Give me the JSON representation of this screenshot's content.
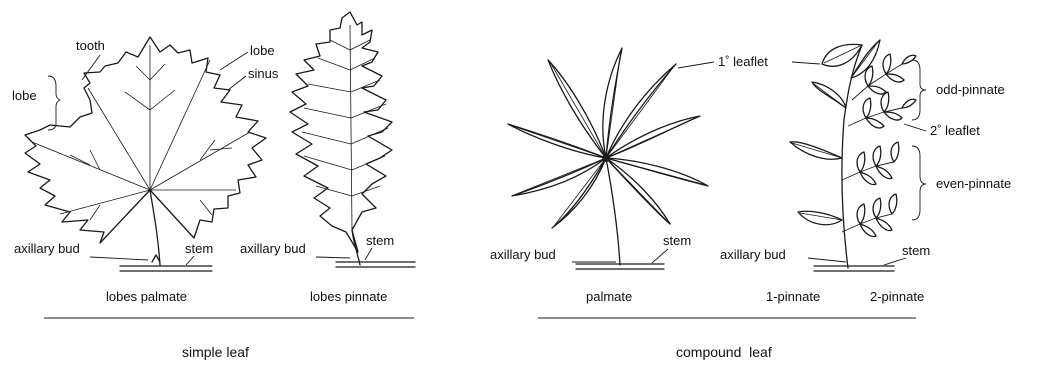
{
  "simple_leaf": {
    "caption": "simple leaf",
    "palmate": {
      "label": "lobes palmate",
      "callouts": {
        "tooth": "tooth",
        "lobe_bracket": "lobe",
        "lobe_pointer": "lobe",
        "sinus": "sinus",
        "axillary_bud": "axillary bud",
        "stem": "stem"
      }
    },
    "pinnate": {
      "label": "lobes pinnate",
      "callouts": {
        "axillary_bud": "axillary bud",
        "stem": "stem"
      }
    }
  },
  "compound_leaf": {
    "caption": "compound  leaf",
    "palmate": {
      "label": "palmate",
      "callouts": {
        "leaflet_1": "1˚ leaflet",
        "axillary_bud": "axillary bud",
        "stem": "stem"
      }
    },
    "pinnate": {
      "label_1": "1-pinnate",
      "label_2": "2-pinnate",
      "callouts": {
        "odd_pinnate": "odd-pinnate",
        "leaflet_2": "2˚ leaflet",
        "even_pinnate": "even-pinnate",
        "axillary_bud": "axillary bud",
        "stem": "stem"
      }
    }
  }
}
